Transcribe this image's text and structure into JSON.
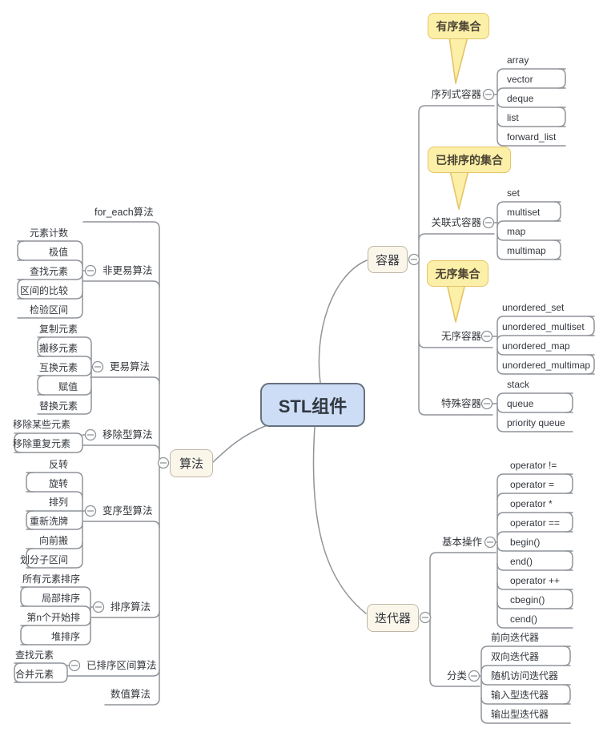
{
  "root": {
    "label": "STL组件"
  },
  "callouts": [
    {
      "label": "有序集合"
    },
    {
      "label": "已排序的集合"
    },
    {
      "label": "无序集合"
    }
  ],
  "colors": {
    "center_fill": "#cdddf5",
    "center_border": "#66727f",
    "branch_fill": "#fbf6ea",
    "branch_border": "#bfb6a4",
    "callout_fill": "#fcf0a8",
    "callout_border": "#e5c368",
    "wire": "#8f9499",
    "text": "#33373c"
  },
  "branches": {
    "containers": {
      "label": "容器",
      "children": [
        {
          "label": "序列式容器",
          "items": [
            "array",
            "vector",
            "deque",
            "list",
            "forward_list"
          ]
        },
        {
          "label": "关联式容器",
          "items": [
            "set",
            "multiset",
            "map",
            "multimap"
          ]
        },
        {
          "label": "无序容器",
          "items": [
            "unordered_set",
            "unordered_multiset",
            "unordered_map",
            "unordered_multimap"
          ]
        },
        {
          "label": "特殊容器",
          "items": [
            "stack",
            "queue",
            "priority queue"
          ]
        }
      ]
    },
    "algorithms": {
      "label": "算法",
      "children": [
        {
          "label": "for_each算法",
          "items": []
        },
        {
          "label": "非更易算法",
          "items": [
            "元素计数",
            "极值",
            "查找元素",
            "区间的比较",
            "检验区间"
          ]
        },
        {
          "label": "更易算法",
          "items": [
            "复制元素",
            "搬移元素",
            "互换元素",
            "赋值",
            "替换元素"
          ]
        },
        {
          "label": "移除型算法",
          "items": [
            "移除某些元素",
            "移除重复元素"
          ]
        },
        {
          "label": "变序型算法",
          "items": [
            "反转",
            "旋转",
            "排列",
            "重新洗牌",
            "向前搬",
            "划分子区间"
          ]
        },
        {
          "label": "排序算法",
          "items": [
            "所有元素排序",
            "局部排序",
            "第n个开始排",
            "堆排序"
          ]
        },
        {
          "label": "已排序区间算法",
          "items": [
            "查找元素",
            "合并元素"
          ]
        },
        {
          "label": "数值算法",
          "items": []
        }
      ]
    },
    "iterators": {
      "label": "迭代器",
      "children": [
        {
          "label": "基本操作",
          "items": [
            "operator !=",
            "operator =",
            "operator *",
            "operator ==",
            "begin()",
            "end()",
            "operator ++",
            "cbegin()",
            "cend()"
          ]
        },
        {
          "label": "分类",
          "items": [
            "前向迭代器",
            "双向迭代器",
            "随机访问迭代器",
            "输入型迭代器",
            "输出型迭代器"
          ]
        }
      ]
    }
  }
}
